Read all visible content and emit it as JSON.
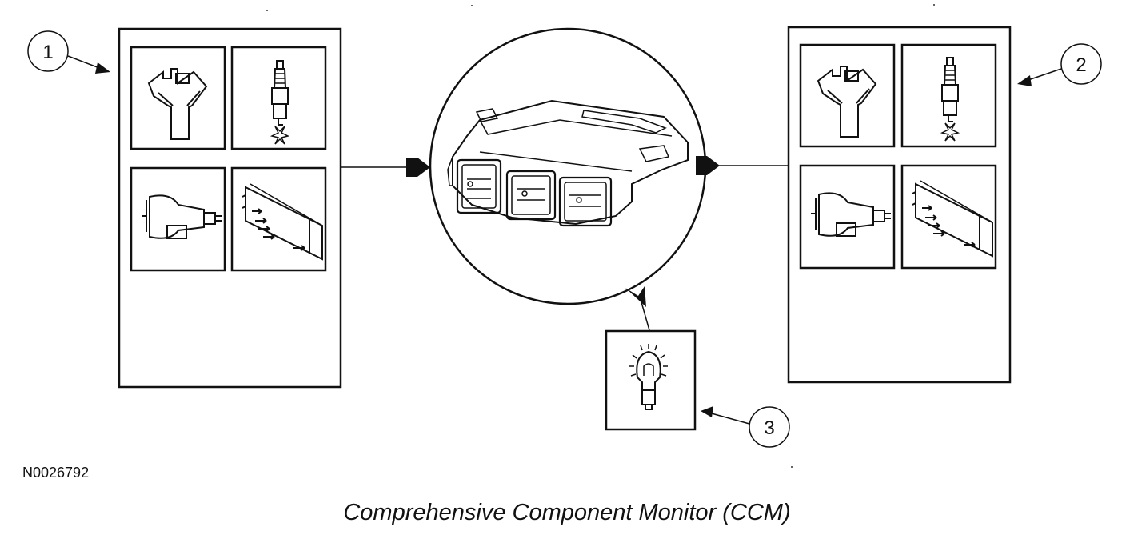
{
  "callouts": [
    {
      "number": "1"
    },
    {
      "number": "2"
    },
    {
      "number": "3"
    }
  ],
  "figure_code": "N0026792",
  "caption": "Comprehensive Component Monitor (CCM)",
  "icons": {
    "input_panel": [
      "fuel-injector-icon",
      "spark-plug-icon",
      "idle-air-control-icon",
      "sensor-harness-icon"
    ],
    "output_panel": [
      "fuel-injector-icon",
      "spark-plug-icon",
      "idle-air-control-icon",
      "sensor-harness-icon"
    ],
    "center": "powertrain-control-module-icon",
    "indicator": "malfunction-lamp-icon"
  },
  "colors": {
    "line": "#111111",
    "background": "#ffffff"
  }
}
